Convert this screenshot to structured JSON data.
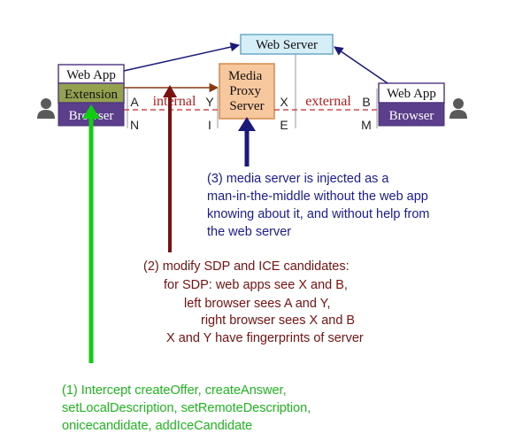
{
  "diagram": {
    "nodes": {
      "web_server": "Web Server",
      "left_web_app": "Web App",
      "left_extension": "Extension",
      "left_browser": "Browser",
      "media_proxy": [
        "Media",
        "Proxy",
        "Server"
      ],
      "right_web_app": "Web App",
      "right_browser": "Browser"
    },
    "edge_labels": {
      "internal": "internal",
      "external": "external"
    },
    "points": {
      "A": "A",
      "Y": "Y",
      "X": "X",
      "B": "B",
      "N": "N",
      "I": "I",
      "E": "E",
      "M": "M"
    },
    "notes": {
      "note1": [
        "(1) Intercept createOffer, createAnswer,",
        "setLocalDescription, setRemoteDescription,",
        "onicecandidate, addIceCandidate"
      ],
      "note2": [
        "(2) modify SDP and ICE candidates:",
        "for SDP: web apps see X and B,",
        "left browser sees A and Y,",
        "right browser sees X and B",
        "X and Y have fingerprints of server"
      ],
      "note3": [
        "(3) media server is injected as a",
        "man-in-the-middle without the web app",
        "knowing about it, and without help from",
        "the web server"
      ]
    },
    "colors": {
      "web_server_fill": "#d6eef8",
      "web_server_stroke": "#6aa9c8",
      "web_app_fill": "#ffffff",
      "web_app_stroke": "#5b3f8c",
      "extension_fill": "#94a14e",
      "browser_fill": "#5b3f8c",
      "proxy_fill": "#f7c79d",
      "proxy_stroke": "#d28a4c",
      "navy": "#1a1a7a",
      "dark_red": "#7a1010",
      "green": "#11cc11",
      "person": "#5a5a5a"
    }
  }
}
